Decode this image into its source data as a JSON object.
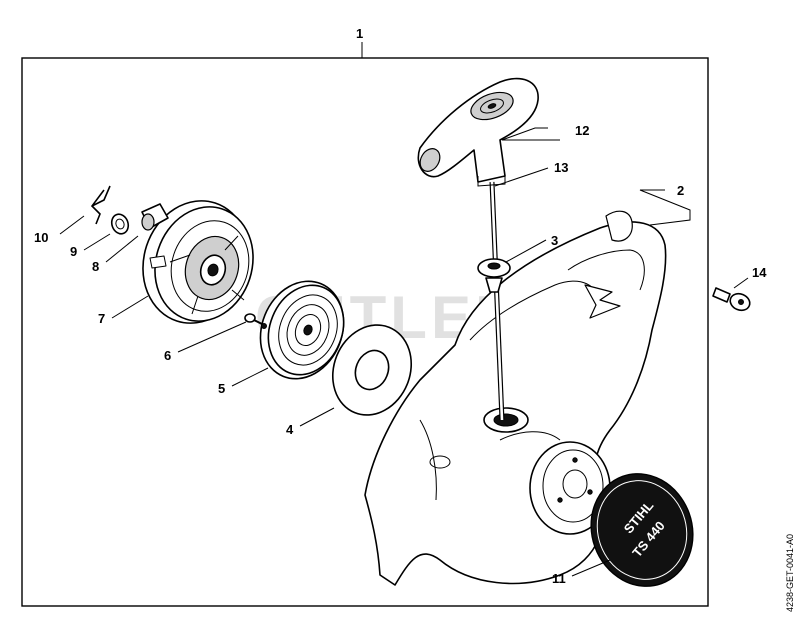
{
  "labels": {
    "l1": "1",
    "l2": "2",
    "l3": "3",
    "l4": "4",
    "l5": "5",
    "l6": "6",
    "l7": "7",
    "l8": "8",
    "l9": "9",
    "l10": "10",
    "l11": "11",
    "l12": "12",
    "l13": "13",
    "l14": "14"
  },
  "watermark": "CUTLER'S",
  "drawing_code": "4238-GET-0041-A0",
  "badge": {
    "brand": "STIHL",
    "model": "TS 440"
  }
}
